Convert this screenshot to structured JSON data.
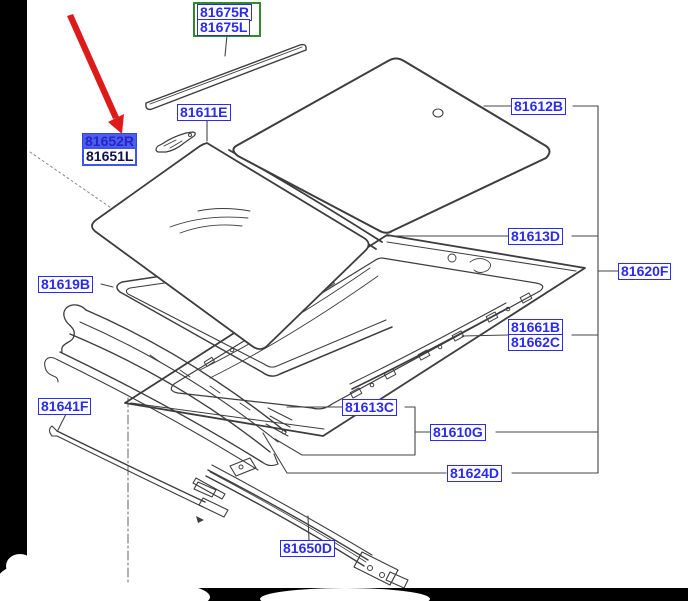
{
  "diagram": {
    "description": "Sunroof exploded parts diagram",
    "labels": {
      "l81675R": "81675R",
      "l81675L": "81675L",
      "l81611E": "81611E",
      "l81612B": "81612B",
      "l81652R": "81652R",
      "l81651L": "81651L",
      "l81619B": "81619B",
      "l81613D": "81613D",
      "l81620F": "81620F",
      "l81661B": "81661B",
      "l81662C": "81662C",
      "l81641F": "81641F",
      "l81613C": "81613C",
      "l81610G": "81610G",
      "l81624D": "81624D",
      "l81650D": "81650D"
    },
    "highlighted_part": "81652R",
    "grouped_parts": [
      "81675R",
      "81675L"
    ],
    "colors": {
      "label_blue": "#2b2bf0",
      "highlight_fill": "#4a5ff0",
      "highlight_text": "#2a22c4",
      "group_green": "#2e8b2e",
      "arrow_red": "#de1b1b",
      "line_art": "#3d3d3d",
      "frame_border": "#000000"
    }
  }
}
